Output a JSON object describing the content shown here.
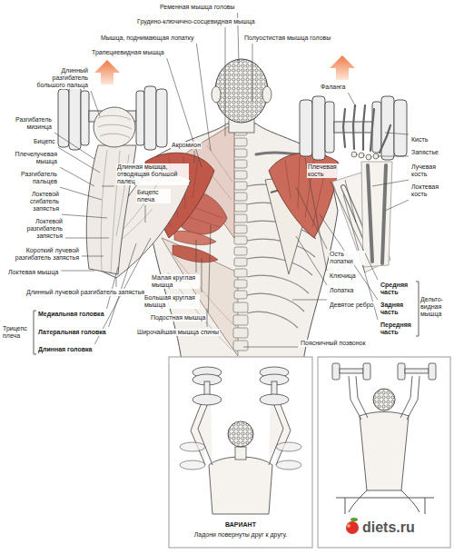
{
  "diagram": {
    "labels": [
      "Ременная мышца головы",
      "Грудино-ключично-сосцевидная мышца",
      "Мышца, поднимающая лопатку",
      "Полуостистая мышца головы",
      "Трапециевидная мышца",
      "Длинный разгибатель большого пальца",
      "Разгибатель мизинца",
      "Бицепс",
      "Плечелучевая мышца",
      "Разгибатель пальцев",
      "Локтевой сгибатель запястья",
      "Локтевой разгибатель запястья",
      "Короткий лучевой разгибатель запястья",
      "Локтевая мышца",
      "Длинный лучевой разгибатель запястья",
      "Медиальная головка",
      "Трицепс плеча",
      "Латеральная головка",
      "Длинная головка",
      "Акромион",
      "Длинная мышца, отводящая большой палец",
      "Бицепс плеча",
      "Малая круглая мышца",
      "Большая круглая мышца",
      "Подостная мышца",
      "Широчайшая мышца спины",
      "Фаланга",
      "Плечевая кость",
      "Кисть",
      "Запястье",
      "Лучевая кость",
      "Локтевая кость",
      "Ость лопатки",
      "Ключица",
      "Лопатка",
      "Девятое ребро",
      "Поясничный позвонок",
      "Средняя часть",
      "Задняя часть",
      "Передняя часть",
      "Дельто-видная мышца",
      "ВАРИАНТ",
      "Ладони повернуты друг к другу.",
      "diets.ru"
    ]
  }
}
